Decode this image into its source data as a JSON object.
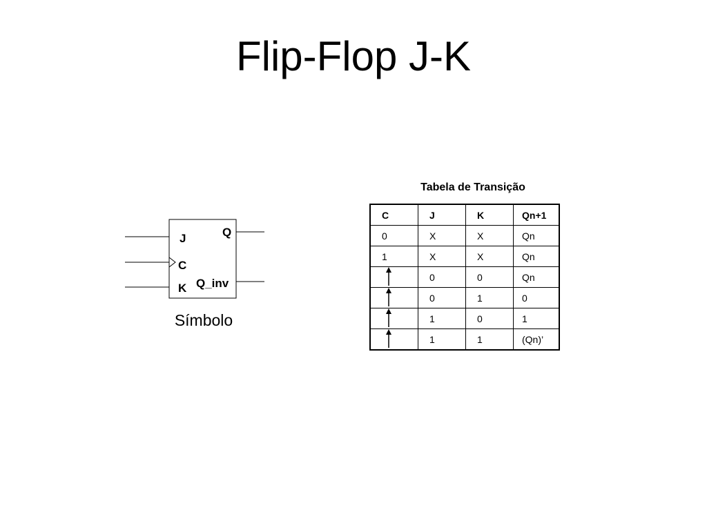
{
  "slide": {
    "title": "Flip-Flop J-K"
  },
  "symbol": {
    "pins": {
      "j": "J",
      "c": "C",
      "k": "K",
      "q": "Q",
      "q_inv": "Q_inv"
    },
    "caption": "Símbolo"
  },
  "transition_table": {
    "title": "Tabela de Transição",
    "headers": [
      "C",
      "J",
      "K",
      "Qn+1"
    ],
    "rows": [
      {
        "c": "0",
        "j": "X",
        "k": "X",
        "q": "Qn"
      },
      {
        "c": "1",
        "j": "X",
        "k": "X",
        "q": "Qn"
      },
      {
        "c": "rising-edge-arrow-icon",
        "j": "0",
        "k": "0",
        "q": "Qn"
      },
      {
        "c": "rising-edge-arrow-icon",
        "j": "0",
        "k": "1",
        "q": "0"
      },
      {
        "c": "rising-edge-arrow-icon",
        "j": "1",
        "k": "0",
        "q": "1"
      },
      {
        "c": "rising-edge-arrow-icon",
        "j": "1",
        "k": "1",
        "q": "(Qn)’"
      }
    ]
  }
}
